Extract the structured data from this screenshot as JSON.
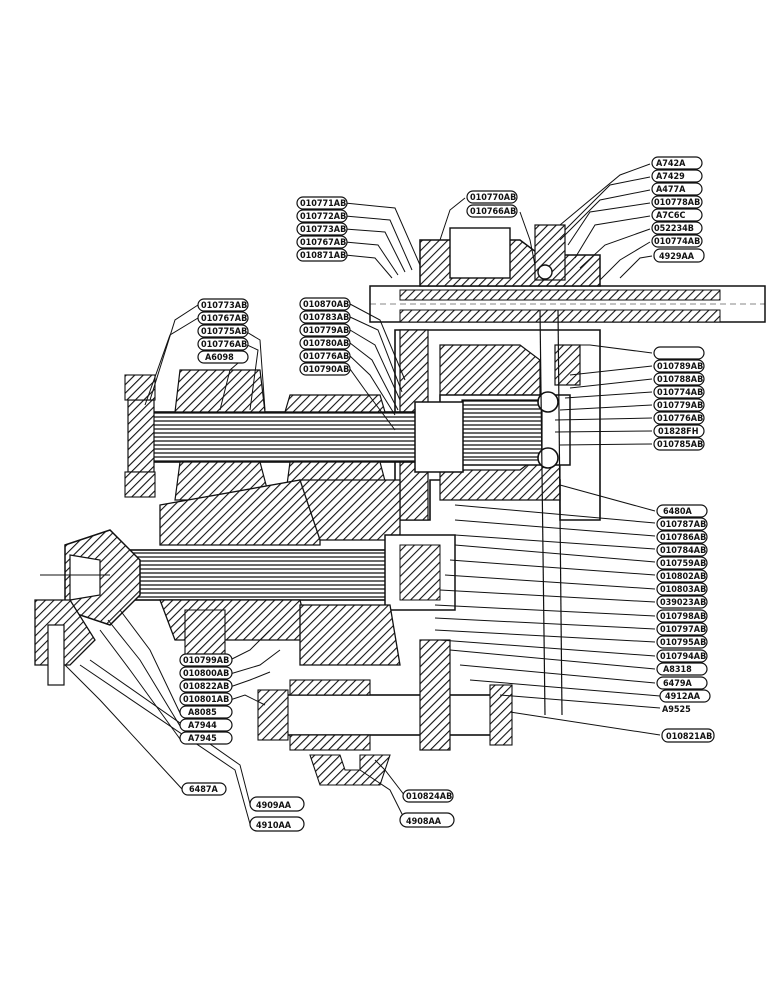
{
  "labels_top_right": [
    "A742A",
    "A7429",
    "A477A",
    "010778AB",
    "A7C6C",
    "052234B",
    "010774AB",
    "4929AA"
  ],
  "labels_top_center": [
    "010770AB",
    "010766AB"
  ],
  "labels_top_left": [
    "010771AB",
    "010772AB",
    "010773AB",
    "010767AB",
    "010871AB"
  ],
  "labels_left_upper": [
    "010773AB",
    "010767AB",
    "010775AB",
    "010776AB",
    "A6098"
  ],
  "labels_center": [
    "010870AB",
    "010783AB",
    "010779AB",
    "010780AB",
    "010776AB",
    "010790AB"
  ],
  "labels_right_middle": [
    "010789AB",
    "010788AB",
    "010774AB",
    "010779AB",
    "010776AB",
    "01828FH",
    "010785AB"
  ],
  "labels_right_lower": [
    "6480A",
    "010787AB",
    "010786AB",
    "010784AB",
    "010759AB",
    "010802AB",
    "010803AB",
    "039023AB",
    "010798AB",
    "010797AB",
    "010795AB",
    "010794AB",
    "A8318",
    "6479A",
    "4912AA",
    "A9525"
  ],
  "labels_bottom_left": [
    "010799AB",
    "010800AB",
    "010822AB",
    "010801AB",
    "A8085",
    "A7944",
    "A7945"
  ],
  "labels_bottom": [
    "6487A",
    "4909AA",
    "4910AA",
    "4908AA",
    "010824AB",
    "010821AB"
  ]
}
